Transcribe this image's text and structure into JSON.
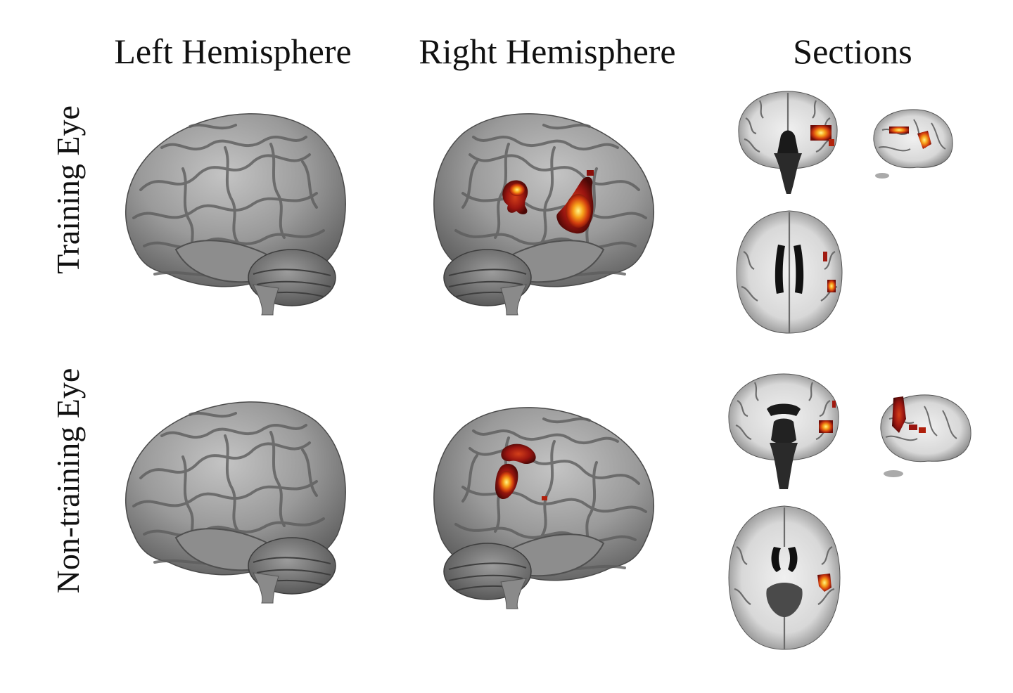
{
  "columns": {
    "left": "Left Hemisphere",
    "right": "Right Hemisphere",
    "sections": "Sections"
  },
  "rows": {
    "training": "Training Eye",
    "non_training": "Non-training Eye"
  },
  "colors": {
    "cortex_light": "#b8b8b8",
    "cortex_dark": "#5a5a5a",
    "activation_core": "#fff27a",
    "activation_mid": "#f08a12",
    "activation_edge": "#8a0f0a",
    "white_matter": "#ececec",
    "ventricle": "#121212"
  }
}
